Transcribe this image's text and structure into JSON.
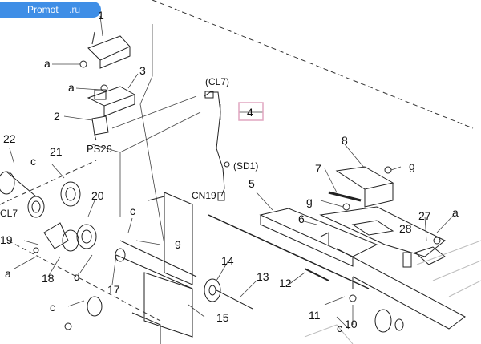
{
  "watermark": {
    "part1": "Promot",
    "part2": ".ru"
  },
  "diagram": {
    "highlight_color": "#e1a6c0",
    "labels": [
      {
        "id": "n1",
        "text": "1"
      },
      {
        "id": "n3",
        "text": "3"
      },
      {
        "id": "n2",
        "text": "2"
      },
      {
        "id": "a1",
        "text": "a"
      },
      {
        "id": "a2",
        "text": "a"
      },
      {
        "id": "ps26",
        "text": "PS26"
      },
      {
        "id": "cl7top",
        "text": "(CL7)"
      },
      {
        "id": "n4",
        "text": "4"
      },
      {
        "id": "sd1",
        "text": "(SD1)"
      },
      {
        "id": "cn19",
        "text": "CN19"
      },
      {
        "id": "n22",
        "text": "22"
      },
      {
        "id": "n21",
        "text": "21"
      },
      {
        "id": "c1",
        "text": "c"
      },
      {
        "id": "n20",
        "text": "20"
      },
      {
        "id": "cl7",
        "text": "CL7"
      },
      {
        "id": "n19",
        "text": "19"
      },
      {
        "id": "c2",
        "text": "c"
      },
      {
        "id": "n9",
        "text": "9"
      },
      {
        "id": "a3",
        "text": "a"
      },
      {
        "id": "n18",
        "text": "18"
      },
      {
        "id": "d",
        "text": "d"
      },
      {
        "id": "n17",
        "text": "17"
      },
      {
        "id": "n14",
        "text": "14"
      },
      {
        "id": "n13",
        "text": "13"
      },
      {
        "id": "c3",
        "text": "c"
      },
      {
        "id": "n15",
        "text": "15"
      },
      {
        "id": "n5",
        "text": "5"
      },
      {
        "id": "n6",
        "text": "6"
      },
      {
        "id": "n7",
        "text": "7"
      },
      {
        "id": "n8",
        "text": "8"
      },
      {
        "id": "g1",
        "text": "g"
      },
      {
        "id": "g2",
        "text": "g"
      },
      {
        "id": "n27",
        "text": "27"
      },
      {
        "id": "a4",
        "text": "a"
      },
      {
        "id": "n28",
        "text": "28"
      },
      {
        "id": "n12",
        "text": "12"
      },
      {
        "id": "n11",
        "text": "11"
      },
      {
        "id": "n10",
        "text": "10"
      },
      {
        "id": "c4",
        "text": "c"
      }
    ]
  }
}
